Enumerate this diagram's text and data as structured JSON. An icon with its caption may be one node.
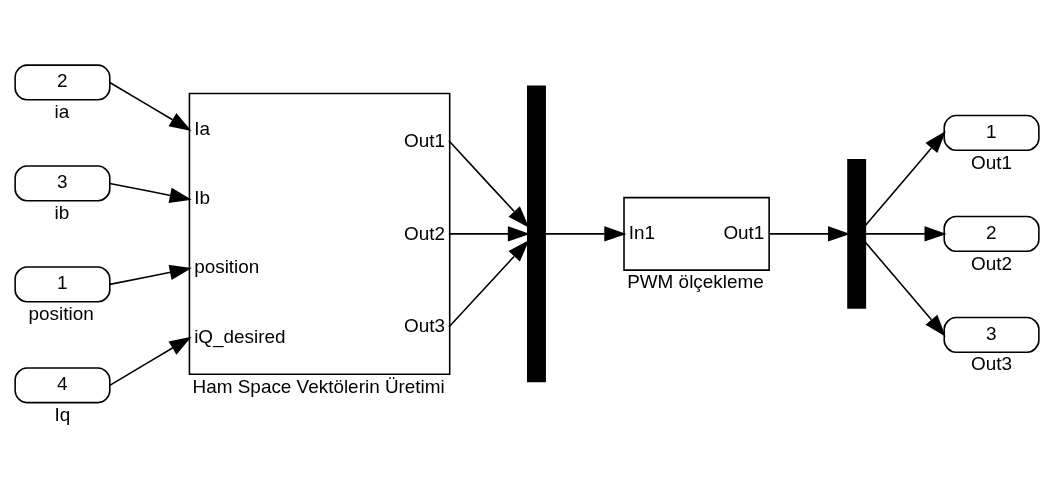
{
  "diagram": {
    "nodes": [
      {
        "text": [
          "2"
        ],
        "beside": [
          "ia"
        ]
      },
      {
        "text": [
          "3"
        ],
        "beside": [
          "ib"
        ]
      },
      {
        "text": [
          "1"
        ],
        "beside": [
          "position"
        ]
      },
      {
        "text": [
          "4"
        ],
        "beside": [
          "Iq"
        ]
      },
      {
        "text": [
          "Ia",
          "Ib",
          "position",
          "iQ_desired",
          "Out1",
          "Out2",
          "Out3"
        ],
        "beside": [
          "Ham Space Vektölerin Üretimi"
        ]
      },
      {
        "text": [],
        "shape": "bar"
      },
      {
        "text": [
          "In1",
          "Out1"
        ],
        "beside": [
          "PWM ölçekleme"
        ]
      },
      {
        "text": [],
        "shape": "bar"
      },
      {
        "text": [
          "1"
        ],
        "beside": [
          "Out1"
        ]
      },
      {
        "text": [
          "2"
        ],
        "beside": [
          "Out2"
        ]
      },
      {
        "text": [
          "3"
        ],
        "beside": [
          "Out3"
        ]
      }
    ],
    "edges": [
      {
        "from": 0,
        "to": 4,
        "arrow": "to"
      },
      {
        "from": 1,
        "to": 4,
        "arrow": "to"
      },
      {
        "from": 2,
        "to": 4,
        "arrow": "to"
      },
      {
        "from": 3,
        "to": 4,
        "arrow": "to"
      },
      {
        "from": 4,
        "to": 5,
        "arrow": "to"
      },
      {
        "from": 4,
        "to": 5,
        "arrow": "to"
      },
      {
        "from": 4,
        "to": 5,
        "arrow": "to"
      },
      {
        "from": 5,
        "to": 6,
        "arrow": "to"
      },
      {
        "from": 6,
        "to": 7,
        "arrow": "to"
      },
      {
        "from": 7,
        "to": 8,
        "arrow": "to"
      },
      {
        "from": 7,
        "to": 9,
        "arrow": "to"
      },
      {
        "from": 7,
        "to": 10,
        "arrow": "to"
      }
    ]
  }
}
